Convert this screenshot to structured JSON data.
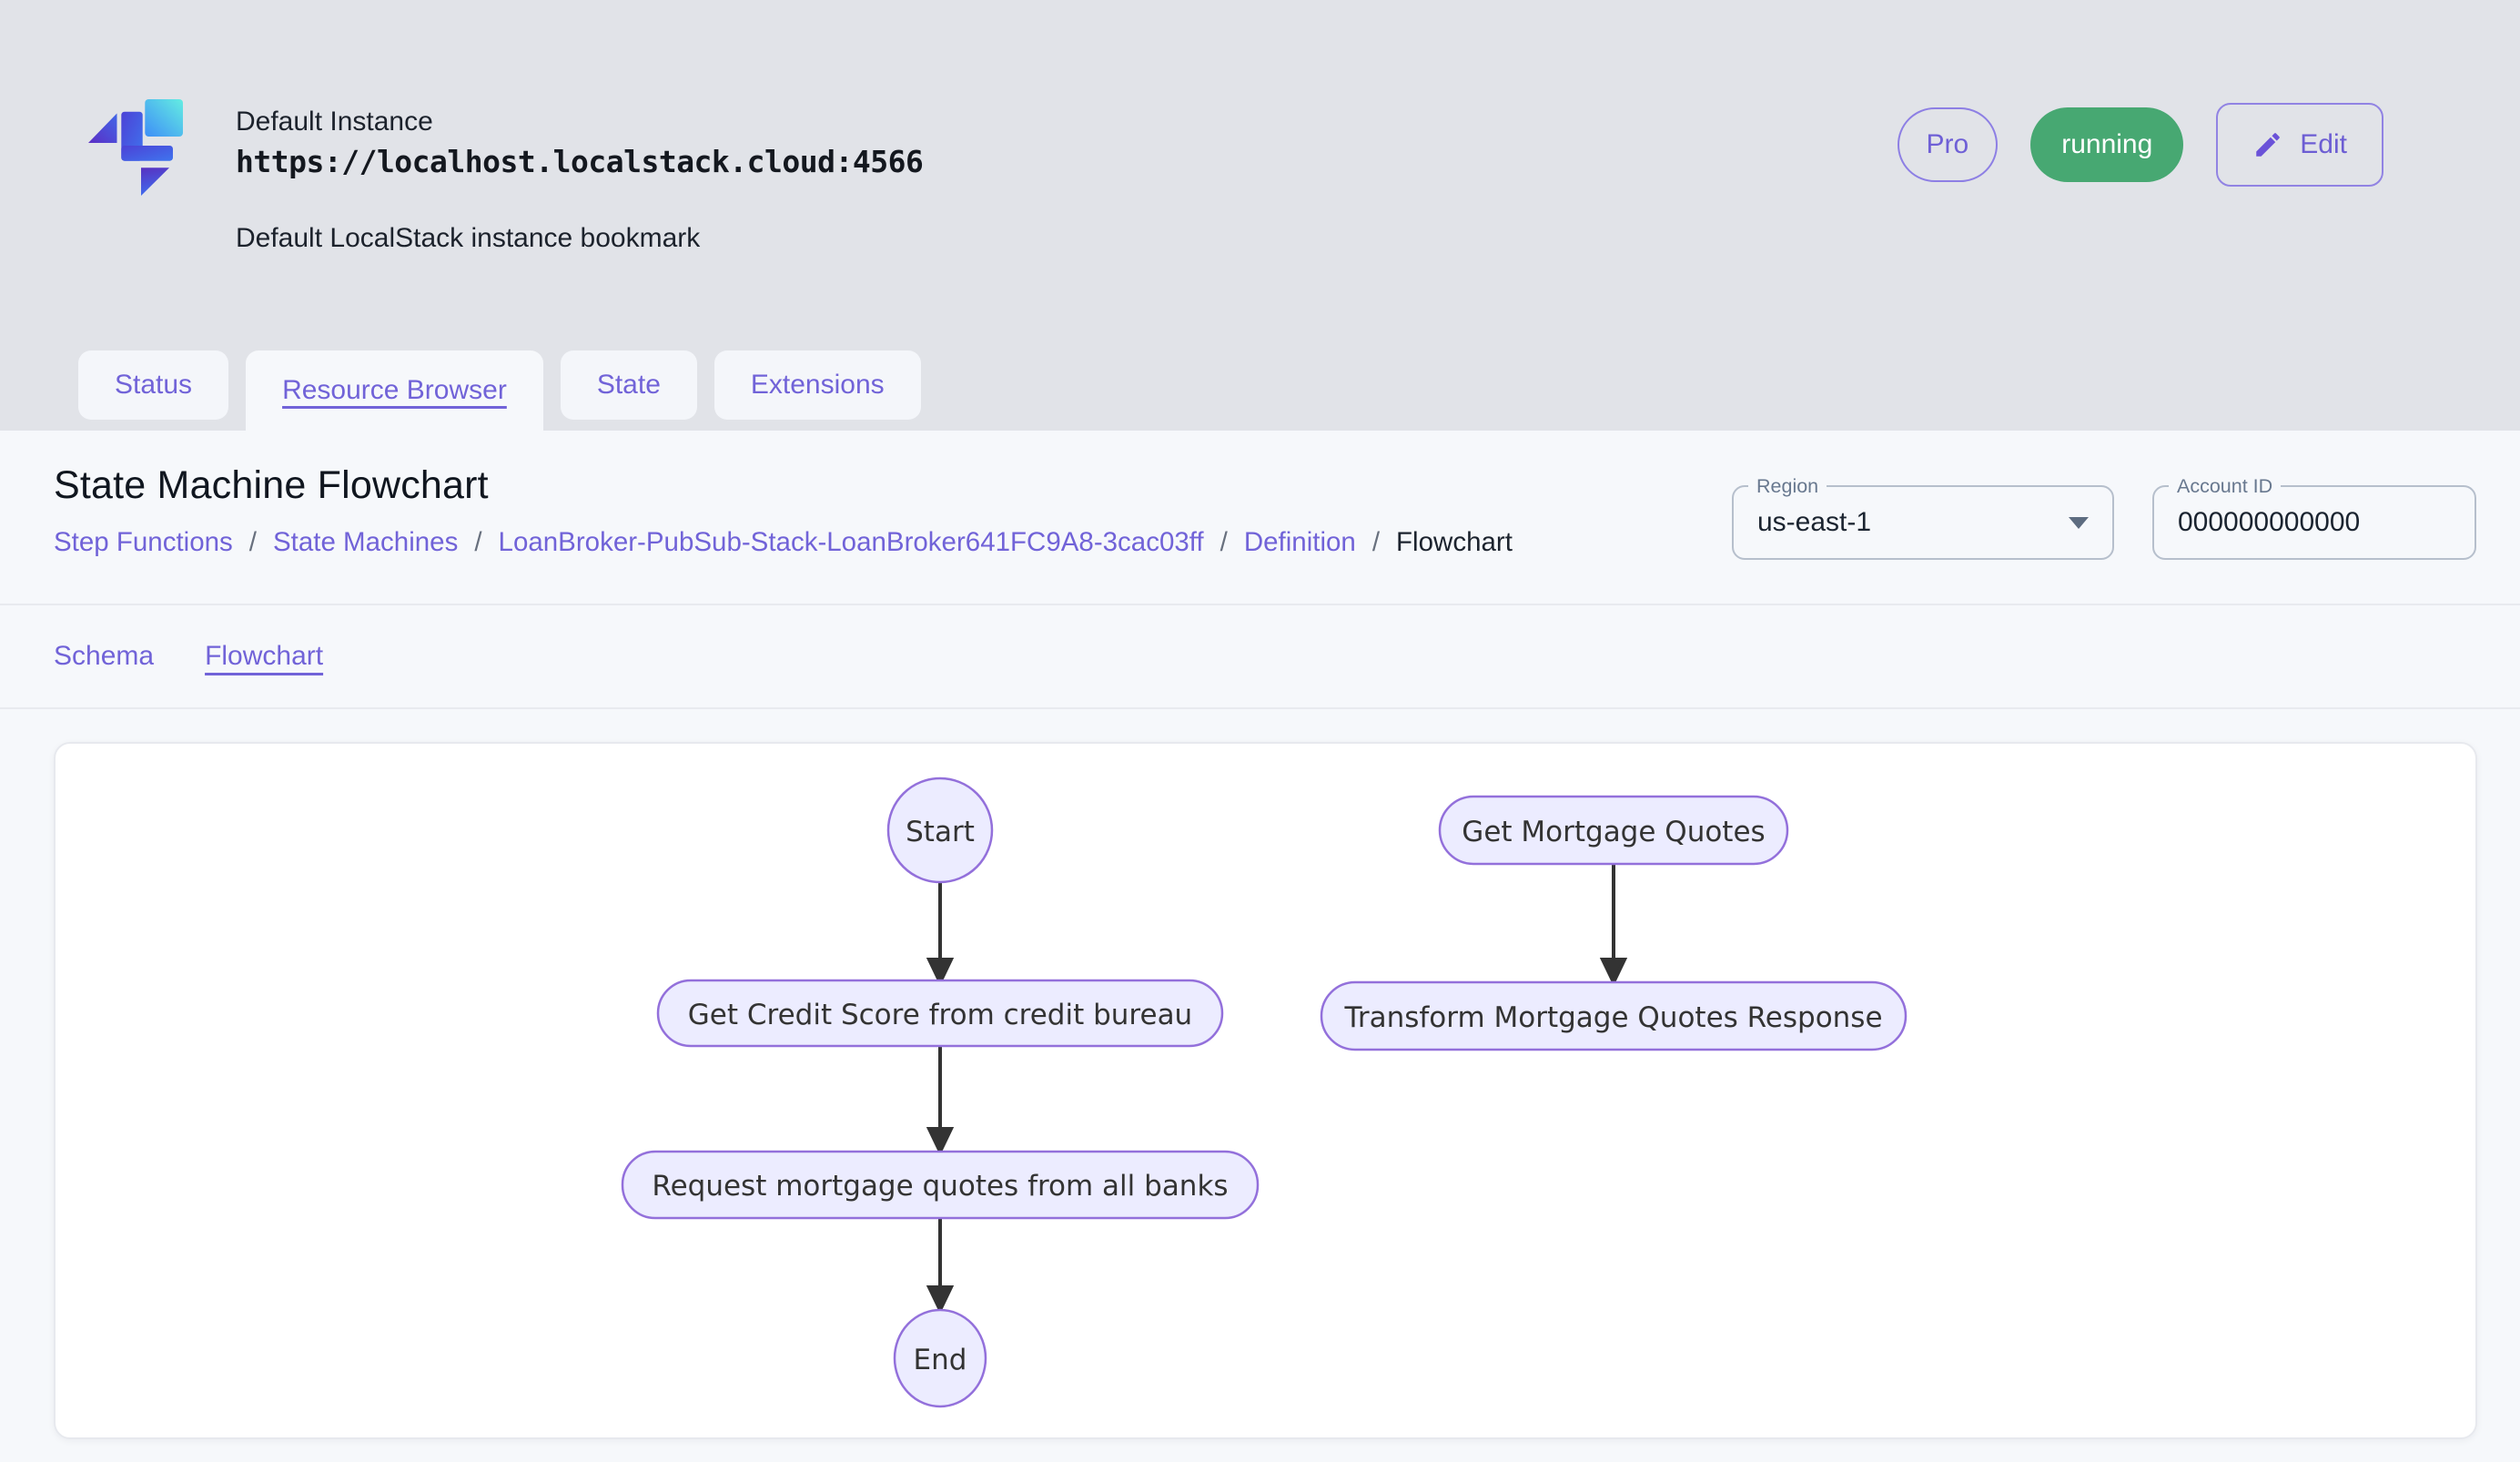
{
  "header": {
    "instance_name": "Default Instance",
    "instance_url": "https://localhost.localstack.cloud:4566",
    "instance_description": "Default LocalStack instance bookmark",
    "pro_badge": "Pro",
    "status_badge": "running",
    "edit_button": "Edit"
  },
  "tabs": {
    "items": [
      {
        "label": "Status",
        "active": false
      },
      {
        "label": "Resource Browser",
        "active": true
      },
      {
        "label": "State",
        "active": false
      },
      {
        "label": "Extensions",
        "active": false
      }
    ]
  },
  "page": {
    "title": "State Machine Flowchart",
    "breadcrumb": {
      "separator": "/",
      "items": [
        "Step Functions",
        "State Machines",
        "LoanBroker-PubSub-Stack-LoanBroker641FC9A8-3cac03ff",
        "Definition",
        "Flowchart"
      ]
    },
    "region": {
      "label": "Region",
      "value": "us-east-1"
    },
    "account": {
      "label": "Account ID",
      "value": "000000000000"
    },
    "subtabs": {
      "items": [
        {
          "label": "Schema",
          "active": false
        },
        {
          "label": "Flowchart",
          "active": true
        }
      ]
    }
  },
  "flowchart": {
    "type": "diagram",
    "nodes": {
      "start": {
        "label": "Start",
        "shape": "circle"
      },
      "get_credit_score": {
        "label": "Get Credit Score from credit bureau",
        "shape": "stadium"
      },
      "request_quotes": {
        "label": "Request mortgage quotes from all banks",
        "shape": "stadium"
      },
      "end": {
        "label": "End",
        "shape": "circle"
      },
      "get_mortgage_quotes": {
        "label": "Get Mortgage Quotes",
        "shape": "stadium"
      },
      "transform_response": {
        "label": "Transform Mortgage Quotes Response",
        "shape": "stadium"
      }
    },
    "edges": [
      {
        "from": "start",
        "to": "get_credit_score"
      },
      {
        "from": "get_credit_score",
        "to": "request_quotes"
      },
      {
        "from": "request_quotes",
        "to": "end"
      },
      {
        "from": "get_mortgage_quotes",
        "to": "transform_response"
      }
    ],
    "style": {
      "node_fill": "#ECECFF",
      "node_border": "#9370DB",
      "text_color": "#333333",
      "arrow_color": "#333333"
    }
  },
  "colors": {
    "accent_purple": "#7163d8",
    "success_green": "#47a872",
    "header_bg": "#e1e3e8",
    "panel_bg": "#f6f8fb"
  },
  "icons": {
    "logo": "localstack-logo",
    "edit": "pencil-icon",
    "region_dropdown": "chevron-down-icon"
  }
}
